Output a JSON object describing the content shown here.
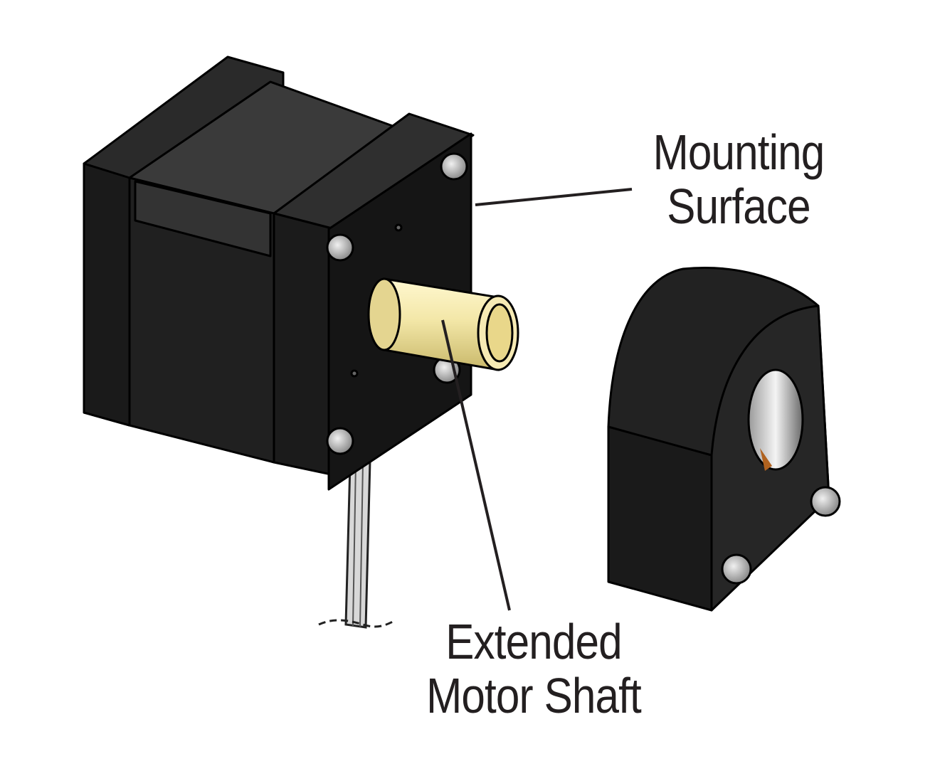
{
  "labels": {
    "mounting_surface": [
      "Mounting",
      "Surface"
    ],
    "extended_motor_shaft": [
      "Extended",
      "Motor Shaft"
    ]
  },
  "colors": {
    "motor_body": "#1c1c1c",
    "motor_highlight": "#3a3a3a",
    "shaft": "#f3e7a8",
    "text": "#231f20",
    "leader_line": "#231f20"
  },
  "parts": [
    "stepper-motor",
    "extended-motor-shaft",
    "encoder-housing",
    "motor-cable"
  ]
}
